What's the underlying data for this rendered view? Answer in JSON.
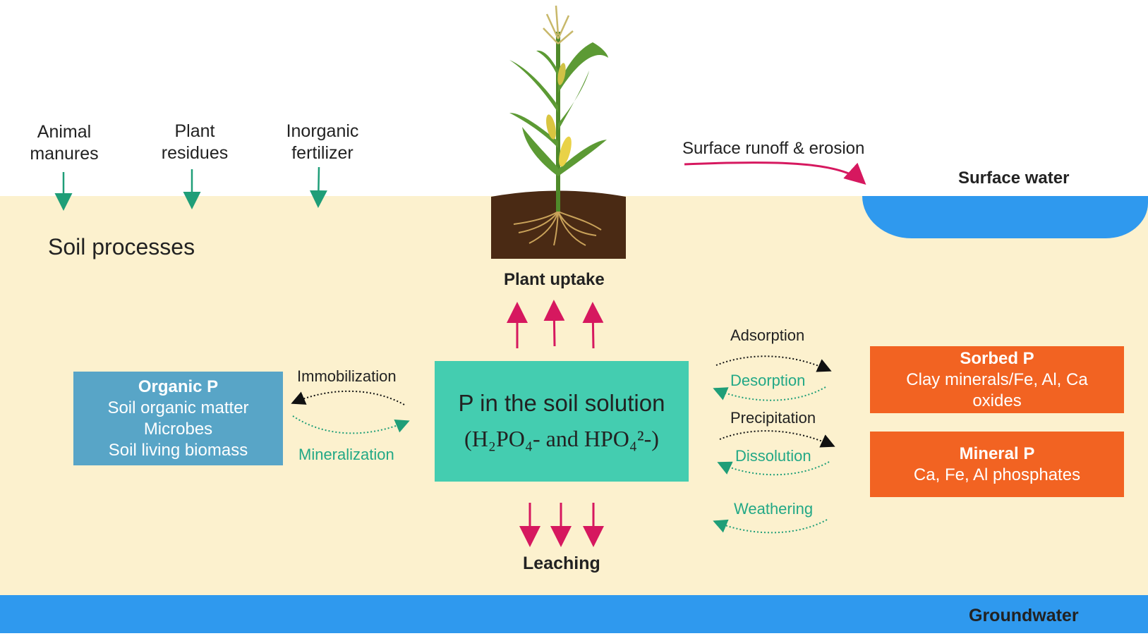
{
  "inputs": {
    "animal_manures": {
      "line1": "Animal",
      "line2": "manures"
    },
    "plant_residues": {
      "line1": "Plant",
      "line2": "residues"
    },
    "inorganic_fertilizer": {
      "line1": "Inorganic",
      "line2": "fertilizer"
    }
  },
  "soil_processes_label": "Soil processes",
  "surface_runoff_label": "Surface runoff & erosion",
  "surface_water_label": "Surface water",
  "plant_uptake_label": "Plant uptake",
  "leaching_label": "Leaching",
  "groundwater_label": "Groundwater",
  "organic_p": {
    "title": "Organic P",
    "lines": [
      "Soil organic matter",
      "Microbes",
      "Soil living biomass"
    ]
  },
  "solution": {
    "title": "P in the soil solution",
    "formula": "(H₂PO₄- and HPO₄²-)"
  },
  "sorbed_p": {
    "title": "Sorbed P",
    "line1": "Clay minerals/Fe, Al, Ca",
    "line2": "oxides"
  },
  "mineral_p": {
    "title": "Mineral P",
    "line1": "Ca, Fe, Al phosphates"
  },
  "processes": {
    "immobilization": "Immobilization",
    "mineralization": "Mineralization",
    "adsorption": "Adsorption",
    "desorption": "Desorption",
    "precipitation": "Precipitation",
    "dissolution": "Dissolution",
    "weathering": "Weathering"
  },
  "colors": {
    "soil": "#fcf1ce",
    "water": "#2f99ee",
    "green_arrow": "#1f9e78",
    "magenta_arrow": "#d6185f",
    "organic_box": "#58a5c7",
    "solution_box": "#44cdb0",
    "orange_box": "#f26322"
  }
}
